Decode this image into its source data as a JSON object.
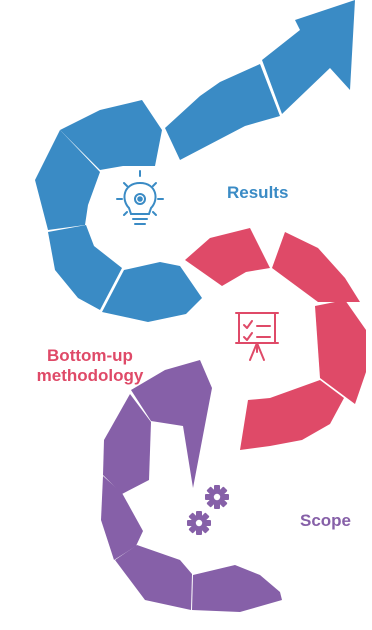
{
  "stages": [
    {
      "id": "results",
      "label": "Results",
      "icon": "lightbulb-gear-icon",
      "color": "#3a8bc5"
    },
    {
      "id": "methodology",
      "label_lines": [
        "Bottom-up",
        "methodology"
      ],
      "icon": "presentation-board-icon",
      "color": "#df4a68"
    },
    {
      "id": "scope",
      "label": "Scope",
      "icon": "gears-icon",
      "color": "#8660a8"
    }
  ]
}
